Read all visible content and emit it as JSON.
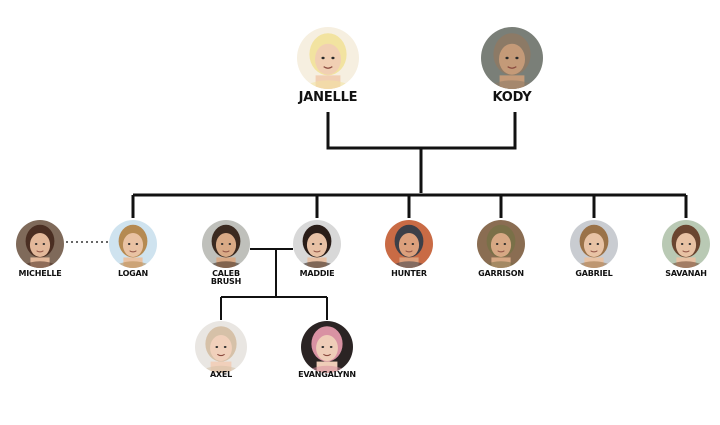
{
  "parents": [
    {
      "id": "janelle",
      "name": "JANELLE",
      "skin": "#f1cfb3",
      "hair": "#f2e3a0",
      "bg": "#f6efe0"
    },
    {
      "id": "kody",
      "name": "KODY",
      "skin": "#c49a78",
      "hair": "#8c7a66",
      "bg": "#7a7f78"
    }
  ],
  "children": [
    {
      "id": "michelle",
      "name": "MICHELLE",
      "skin": "#e3b89a",
      "hair": "#4a2e22",
      "bg": "#7f6a5a"
    },
    {
      "id": "logan",
      "name": "LOGAN",
      "skin": "#e9c2a3",
      "hair": "#b58a52",
      "bg": "#cfe3ef"
    },
    {
      "id": "caleb",
      "name": "CALEB\nBRUSH",
      "skin": "#d9aa86",
      "hair": "#3b2a20",
      "bg": "#bfc0bb"
    },
    {
      "id": "maddie",
      "name": "MADDIE",
      "skin": "#e8c1a5",
      "hair": "#2a1d18",
      "bg": "#d8d8d8"
    },
    {
      "id": "hunter",
      "name": "HUNTER",
      "skin": "#dca07c",
      "hair": "#3c3f48",
      "bg": "#c96b45"
    },
    {
      "id": "garrison",
      "name": "GARRISON",
      "skin": "#d7a884",
      "hair": "#7a7048",
      "bg": "#8a6d52"
    },
    {
      "id": "gabriel",
      "name": "GABRIEL",
      "skin": "#e8c3a5",
      "hair": "#9a7248",
      "bg": "#c9ccd1"
    },
    {
      "id": "savanah",
      "name": "SAVANAH",
      "skin": "#e8c2a4",
      "hair": "#6a4530",
      "bg": "#b9c9b4"
    }
  ],
  "grandchildren": [
    {
      "id": "axel",
      "name": "AXEL",
      "skin": "#f1d0bb",
      "hair": "#d6c1a8",
      "bg": "#e9e6e2"
    },
    {
      "id": "evangalynn",
      "name": "EVANGALYNN",
      "skin": "#efcdb8",
      "hair": "#d992a3",
      "bg": "#2b2424"
    }
  ],
  "colors": {
    "line": "#111111",
    "label": "#111111"
  }
}
